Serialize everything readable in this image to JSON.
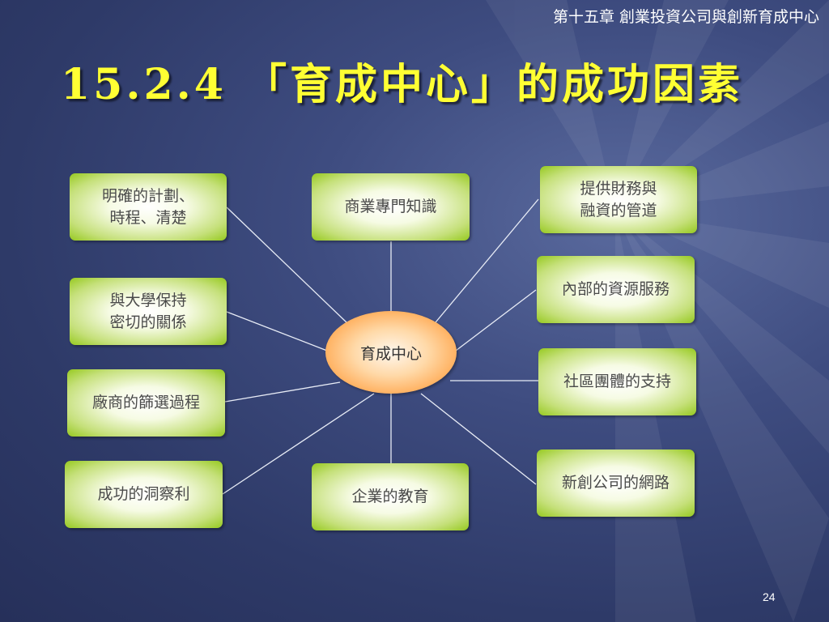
{
  "header": {
    "chapter_title": "第十五章 創業投資公司與創新育成中心"
  },
  "slide": {
    "title": "15.2.4 「育成中心」的成功因素",
    "page_number": "24"
  },
  "diagram": {
    "center": "育成中心",
    "factors": {
      "plan": "明確的計劃、\n時程、清楚",
      "expertise": "商業專門知識",
      "finance": "提供財務與\n融資的管道",
      "university": "與大學保持\n密切的關係",
      "internal_resources": "內部的資源服務",
      "screening": "廠商的篩選過程",
      "community": "社區團體的支持",
      "insight": "成功的洞察利",
      "education": "企業的教育",
      "startup_network": "新創公司的網路"
    }
  }
}
